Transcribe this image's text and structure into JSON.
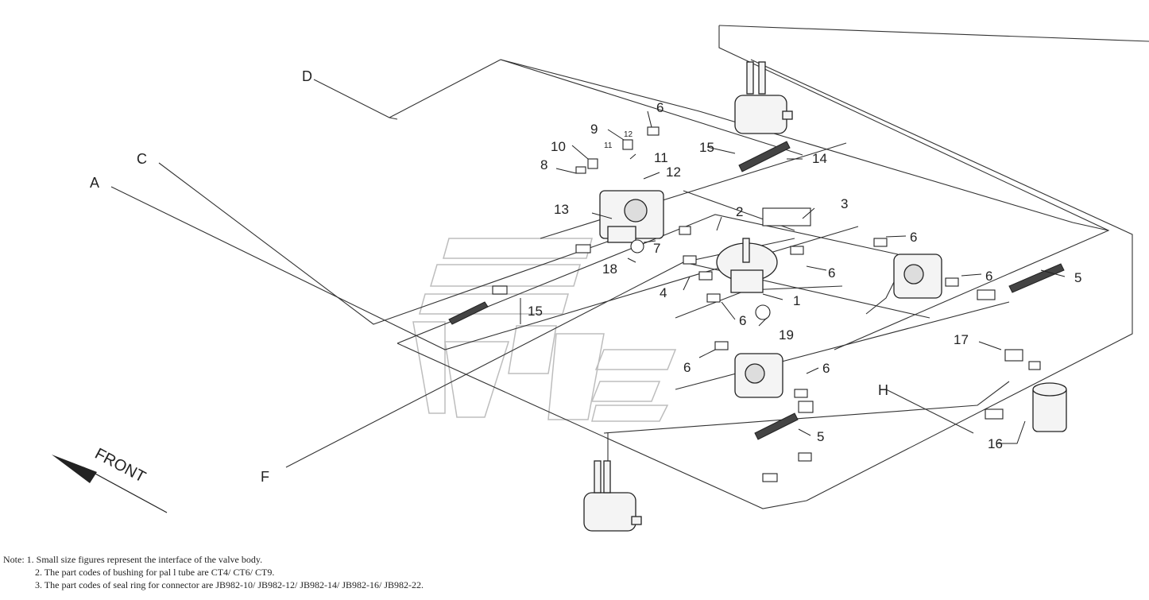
{
  "callouts": {
    "c1": "1",
    "c2": "2",
    "c3": "3",
    "c4": "4",
    "c5a": "5",
    "c5b": "5",
    "c6a": "6",
    "c6b": "6",
    "c6c": "6",
    "c6d": "6",
    "c6e": "6",
    "c6f": "6",
    "c6g": "6",
    "c7": "7",
    "c8": "8",
    "c9": "9",
    "c10": "10",
    "c11": "11",
    "c12": "12",
    "c13": "13",
    "c14": "14",
    "c15a": "15",
    "c15b": "15",
    "c16": "16",
    "c17": "17",
    "c18": "18",
    "c19": "19"
  },
  "small_labels": {
    "s11": "11",
    "s12": "12"
  },
  "line_letters": {
    "a": "A",
    "c": "C",
    "d": "D",
    "f": "F",
    "h": "H"
  },
  "front_label": "FRONT",
  "notes": {
    "line1": "Note: 1. Small size figures represent the interface of the valve body.",
    "line2": "2. The part codes of bushing for pal l tube are CT4/ CT6/ CT9.",
    "line3": "3. The part codes of seal ring for connector are JB982-10/ JB982-12/ JB982-14/ JB982-16/ JB982-22."
  }
}
